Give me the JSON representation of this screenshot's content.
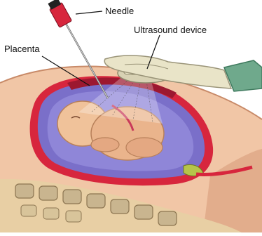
{
  "labels": {
    "needle": "Needle",
    "ultrasound": "Ultrasound device",
    "placenta": "Placenta"
  },
  "colors": {
    "skin": "#f1c6a6",
    "skin_shadow": "#d9a07d",
    "amniotic": "#7a6fc9",
    "uterus_wall": "#d7263d",
    "glove": "#e9e4c8",
    "sleeve": "#6fa98c",
    "spine": "#c9b58f"
  },
  "icons": [
    "needle-icon",
    "ultrasound-probe-icon",
    "gloved-hand-icon",
    "fetus-icon",
    "spine-icon"
  ]
}
